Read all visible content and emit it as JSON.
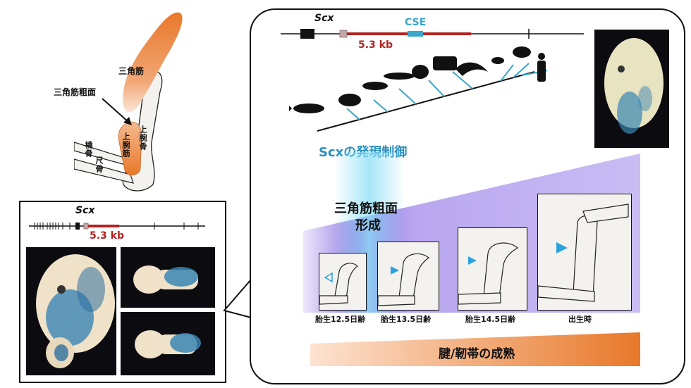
{
  "anatomy": {
    "deltoid": "三角筋",
    "deltoid_tuberosity": "三角筋粗面",
    "radius": "橈骨",
    "ulna": "尺骨",
    "biceps": "上腕筋",
    "humerus": "上腕骨"
  },
  "left_panel": {
    "gene": "Scx",
    "fragment": "5.3 kb"
  },
  "right_panel": {
    "gene": "Scx",
    "cse": "CSE",
    "fragment": "5.3 kb",
    "regulation_title": "Scxの発現制御",
    "formation_line1": "三角筋粗面",
    "formation_line2": "形成",
    "stages": [
      "胎生12.5日齢",
      "胎生13.5日齢",
      "胎生14.5日齢",
      "出生時"
    ],
    "maturation": "腱/靭帯の成熟"
  },
  "colors": {
    "orange": "#e8782a",
    "red_bar": "#b22222",
    "cse_blue": "#3aa6c9",
    "purple": "#8a6fe0",
    "arrow_blue": "#2aa3dd"
  }
}
